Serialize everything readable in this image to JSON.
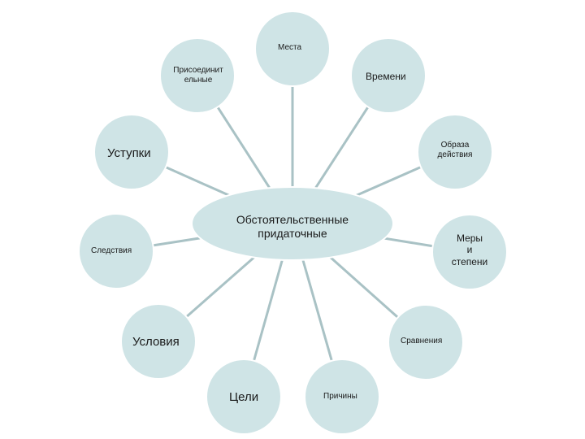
{
  "diagram": {
    "colors": {
      "node_fill": "#cfe4e6",
      "connector": "#a9c2c5",
      "node_stroke": "#ffffff"
    },
    "center": {
      "label": "Обстоятельственные\nпридаточные"
    },
    "nodes": [
      {
        "id": "mesta",
        "label": "Места"
      },
      {
        "id": "vremeni",
        "label": "Времени"
      },
      {
        "id": "obraza-deystviya",
        "label": "Образа\nдействия"
      },
      {
        "id": "mery-i-stepeni",
        "label": "Меры\nи\nстепени"
      },
      {
        "id": "sravneniya",
        "label": "Сравнения"
      },
      {
        "id": "prichiny",
        "label": "Причины"
      },
      {
        "id": "tseli",
        "label": "Цели"
      },
      {
        "id": "usloviya",
        "label": "Условия"
      },
      {
        "id": "sledstviya",
        "label": "Следствия"
      },
      {
        "id": "ustupki",
        "label": "Уступки"
      },
      {
        "id": "prisoedinitelnye",
        "label": "Присоединит\nельные"
      }
    ]
  }
}
